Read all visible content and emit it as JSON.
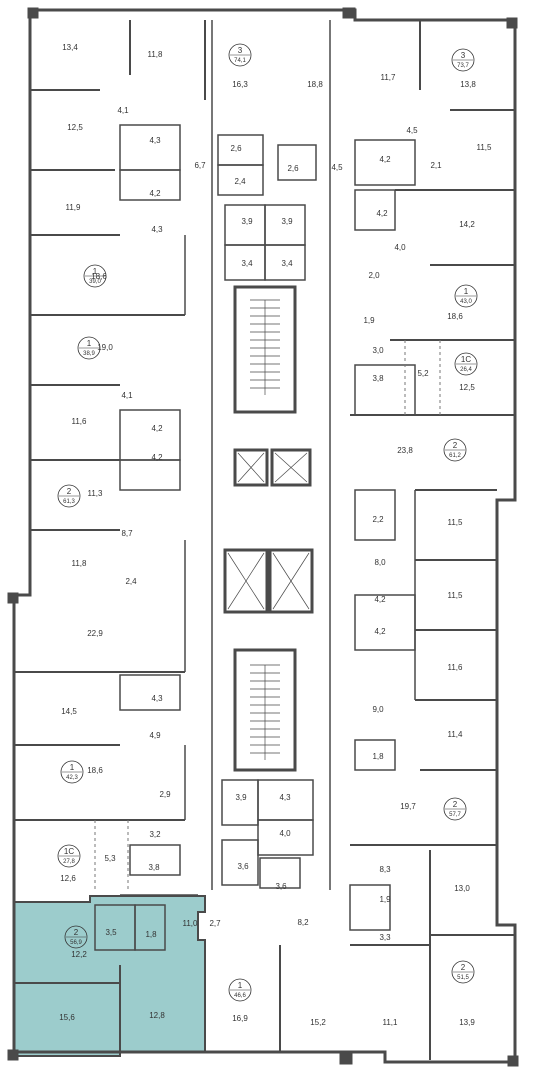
{
  "highlight_color": "#9ccccc",
  "wall_color": "#4a4a4a",
  "apartments": [
    {
      "rooms": "3",
      "area": "74,1"
    },
    {
      "rooms": "3",
      "area": "73,7"
    },
    {
      "rooms": "1",
      "area": "39,0"
    },
    {
      "rooms": "1",
      "area": "43,0"
    },
    {
      "rooms": "1",
      "area": "38,9"
    },
    {
      "rooms": "1С",
      "area": "26,4"
    },
    {
      "rooms": "2",
      "area": "61,2"
    },
    {
      "rooms": "2",
      "area": "61,3"
    },
    {
      "rooms": "1",
      "area": "42,3"
    },
    {
      "rooms": "2",
      "area": "57,7"
    },
    {
      "rooms": "1С",
      "area": "27,8"
    },
    {
      "rooms": "2",
      "area": "56,9"
    },
    {
      "rooms": "1",
      "area": "46,6"
    },
    {
      "rooms": "2",
      "area": "51,5"
    }
  ],
  "rooms": [
    "13,4",
    "11,8",
    "16,3",
    "18,8",
    "11,7",
    "13,8",
    "4,1",
    "12,5",
    "4,3",
    "6,7",
    "2,6",
    "2,6",
    "4,5",
    "4,5",
    "11,5",
    "4,2",
    "2,4",
    "4,2",
    "2,1",
    "11,9",
    "3,9",
    "3,9",
    "4,2",
    "14,2",
    "4,3",
    "3,4",
    "3,4",
    "4,0",
    "18,6",
    "2,0",
    "18,6",
    "1,9",
    "19,0",
    "3,0",
    "5,2",
    "3,8",
    "12,5",
    "4,1",
    "11,6",
    "4,2",
    "23,8",
    "4,2",
    "11,3",
    "2,2",
    "11,5",
    "8,7",
    "8,0",
    "11,8",
    "2,4",
    "4,2",
    "11,5",
    "22,9",
    "4,2",
    "11,6",
    "4,3",
    "14,5",
    "9,0",
    "4,9",
    "11,4",
    "1,8",
    "18,6",
    "2,9",
    "3,9",
    "4,3",
    "19,7",
    "3,2",
    "4,0",
    "5,3",
    "3,8",
    "12,6",
    "3,6",
    "3,6",
    "8,3",
    "13,0",
    "1,9",
    "11,0",
    "3,5",
    "1,8",
    "2,7",
    "8,2",
    "3,3",
    "12,2",
    "16,9",
    "15,2",
    "11,1",
    "13,9",
    "15,6",
    "12,8"
  ]
}
